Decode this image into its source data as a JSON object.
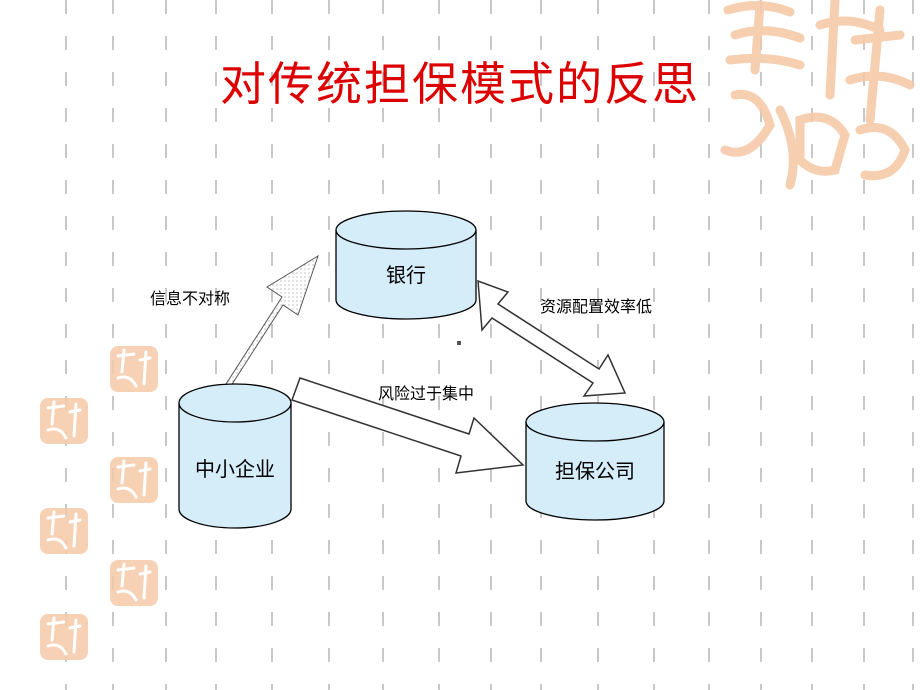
{
  "slide": {
    "title": "对传统担保模式的反思"
  },
  "diagram": {
    "nodes": {
      "bank": "银行",
      "sme": "中小企业",
      "guarantee": "担保公司"
    },
    "edges": {
      "sme_to_bank": "信息不对称",
      "sme_to_guarantee": "风险过于集中",
      "bank_guarantee": "资源配置效率低"
    }
  },
  "colors": {
    "title": "#dd0000",
    "cylinder_fill": "#d5ecf9",
    "decor": "#f6c9a8",
    "grid": "#c8c8c8"
  }
}
